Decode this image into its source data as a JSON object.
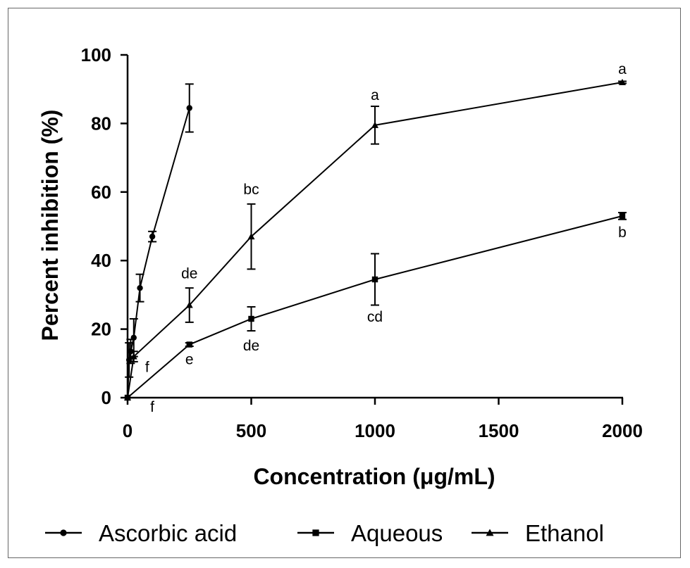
{
  "chart_data": {
    "type": "line",
    "xlabel": "Concentration (μg/mL)",
    "ylabel": "Percent inhibition (%)",
    "xlim": [
      0,
      2000
    ],
    "ylim": [
      0,
      100
    ],
    "xticks": [
      0,
      500,
      1000,
      1500,
      2000
    ],
    "yticks": [
      0,
      20,
      40,
      60,
      80,
      100
    ],
    "grid": false,
    "legend_position": "bottom",
    "series": [
      {
        "name": "Ascorbic acid",
        "marker": "circle",
        "x": [
          0,
          6.25,
          12.5,
          25,
          50,
          100,
          250
        ],
        "y": [
          0,
          11,
          13.5,
          17.5,
          32,
          47,
          84.5
        ],
        "err": [
          0,
          5,
          3.5,
          5.5,
          4,
          1.5,
          7
        ],
        "labels": []
      },
      {
        "name": "Aqueous",
        "marker": "square",
        "x": [
          0,
          250,
          500,
          1000,
          2000
        ],
        "y": [
          0,
          15.5,
          23,
          34.5,
          53
        ],
        "err": [
          0,
          0.5,
          3.5,
          7.5,
          1
        ],
        "labels": [
          "f",
          "e",
          "de",
          "cd",
          "b"
        ]
      },
      {
        "name": "Ethanol",
        "marker": "triangle",
        "x": [
          0,
          25,
          250,
          500,
          1000,
          2000
        ],
        "y": [
          0,
          12,
          27,
          47,
          79.5,
          92
        ],
        "err": [
          0,
          1.5,
          5,
          9.5,
          5.5,
          0.3
        ],
        "labels": [
          "",
          "f",
          "de",
          "bc",
          "a",
          "a"
        ]
      }
    ]
  }
}
